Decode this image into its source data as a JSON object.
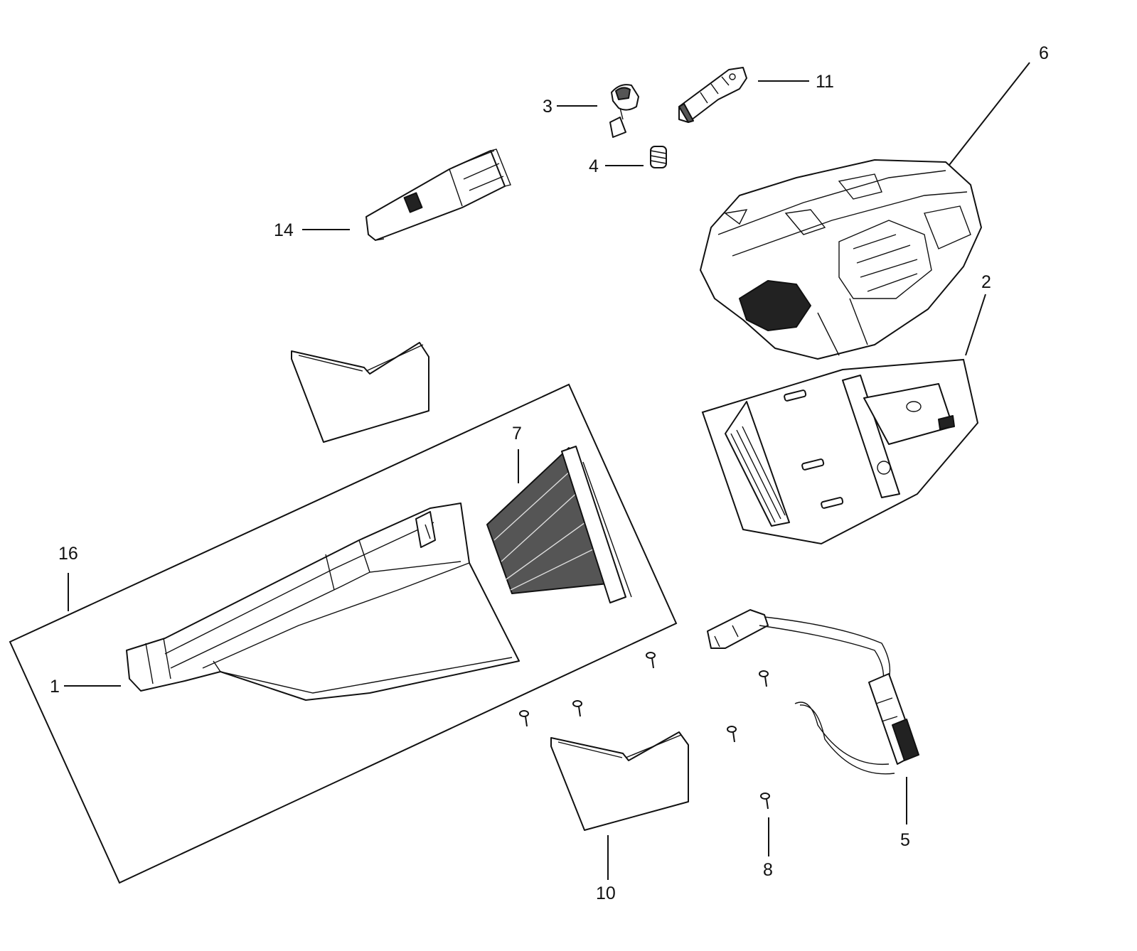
{
  "diagram": {
    "labels": {
      "p1": "1",
      "p2": "2",
      "p3": "3",
      "p4": "4",
      "p5": "5",
      "p6": "6",
      "p7": "7",
      "p8": "8",
      "p10": "10",
      "p11": "11",
      "p14": "14",
      "p16": "16"
    }
  }
}
